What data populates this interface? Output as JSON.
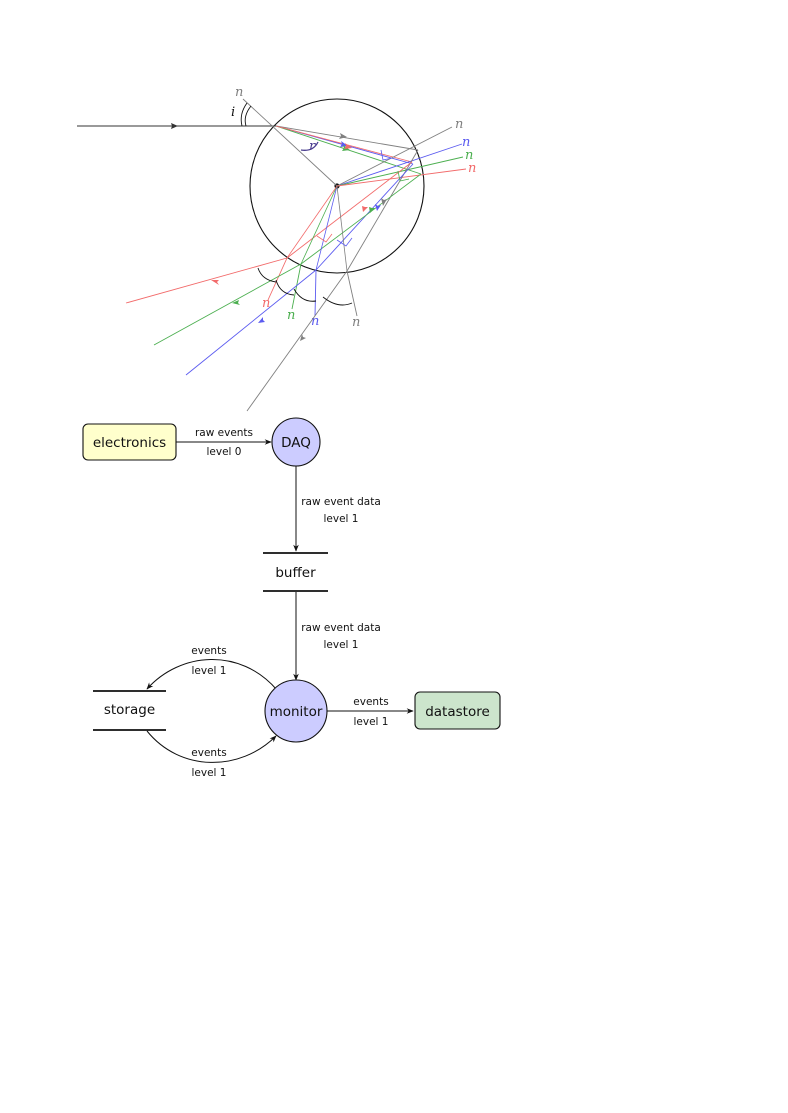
{
  "raindrop": {
    "normal_labels": [
      "n",
      "n",
      "n",
      "n",
      "n",
      "n",
      "n",
      "n",
      "n"
    ],
    "incidence_angle_label": "i",
    "refraction_angle_label": "r",
    "colors": {
      "incident": "#333333",
      "grey": "#808080",
      "red": "#f26b6b",
      "green": "#4caf50",
      "blue": "#5b5bf0",
      "angle_mark": "#4a3d8f"
    }
  },
  "flow": {
    "nodes": {
      "electronics": "electronics",
      "daq": "DAQ",
      "buffer": "buffer",
      "storage": "storage",
      "monitor": "monitor",
      "datastore": "datastore"
    },
    "edges": {
      "electronics_daq": {
        "top": "raw events",
        "bottom": "level 0"
      },
      "daq_buffer": {
        "top": "raw event data",
        "bottom": "level 1"
      },
      "buffer_monitor": {
        "top": "raw event data",
        "bottom": "level 1"
      },
      "monitor_storage": {
        "top": "events",
        "bottom": "level 1"
      },
      "storage_monitor": {
        "top": "events",
        "bottom": "level 1"
      },
      "monitor_datastore": {
        "top": "events",
        "bottom": "level 1"
      }
    },
    "colors": {
      "electronics_fill": "#ffffcc",
      "process_fill": "#ccccff",
      "datastore_fill": "#cce5cc"
    }
  }
}
